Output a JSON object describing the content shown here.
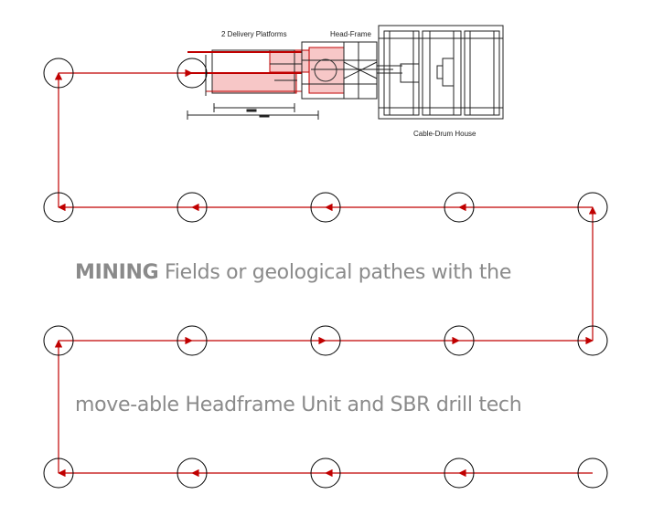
{
  "labels": {
    "delivery_platforms": "2 Delivery Platforms",
    "head_frame": "Head-Frame",
    "cable_drum_house": "Cable-Drum House"
  },
  "caption": {
    "line1_bold": "MINING",
    "line1_rest": " Fields or geological pathes with the",
    "line2": "move-able Headframe Unit and SBR drill tech"
  },
  "colors": {
    "path": "#c00000",
    "node": "#000000",
    "platform_fill": "#f7c7c7",
    "caption": "#8a8a8a"
  }
}
